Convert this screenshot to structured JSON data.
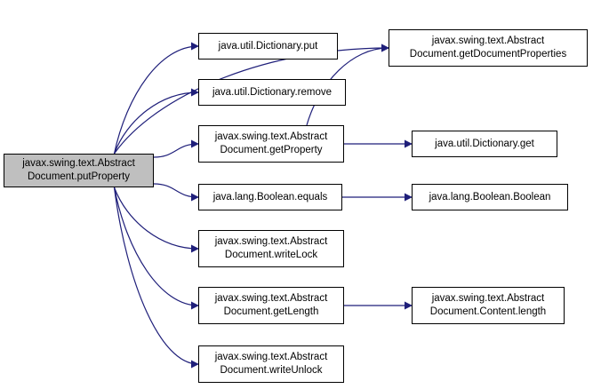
{
  "graph": {
    "colors": {
      "edge": "#1f1f7a",
      "root_fill": "#bfbfbf",
      "node_fill": "#ffffff",
      "border": "#000000"
    },
    "nodes": {
      "root": "javax.swing.text.Abstract\nDocument.putProperty",
      "dict_put": "java.util.Dictionary.put",
      "dict_remove": "java.util.Dictionary.remove",
      "get_property": "javax.swing.text.Abstract\nDocument.getProperty",
      "bool_equals": "java.lang.Boolean.equals",
      "write_lock": "javax.swing.text.Abstract\nDocument.writeLock",
      "get_length": "javax.swing.text.Abstract\nDocument.getLength",
      "write_unlock": "javax.swing.text.Abstract\nDocument.writeUnlock",
      "get_doc_props": "javax.swing.text.Abstract\nDocument.getDocumentProperties",
      "dict_get": "java.util.Dictionary.get",
      "bool_ctor": "java.lang.Boolean.Boolean",
      "content_length": "javax.swing.text.Abstract\nDocument.Content.length"
    },
    "edges": [
      [
        "root",
        "get_doc_props"
      ],
      [
        "root",
        "dict_put"
      ],
      [
        "root",
        "dict_remove"
      ],
      [
        "root",
        "get_property"
      ],
      [
        "root",
        "bool_equals"
      ],
      [
        "root",
        "write_lock"
      ],
      [
        "root",
        "get_length"
      ],
      [
        "root",
        "write_unlock"
      ],
      [
        "get_property",
        "get_doc_props"
      ],
      [
        "get_property",
        "dict_get"
      ],
      [
        "bool_equals",
        "bool_ctor"
      ],
      [
        "get_length",
        "content_length"
      ]
    ]
  }
}
